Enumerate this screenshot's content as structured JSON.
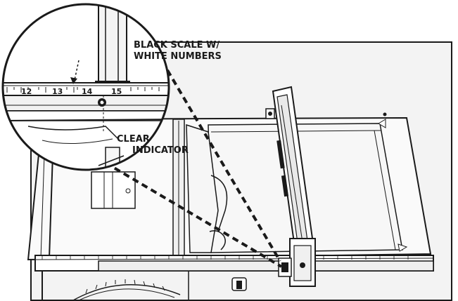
{
  "callouts": {
    "scale_line1": "BLACK SCALE W/",
    "scale_line2": "WHITE NUMBERS",
    "indicator_line1": "CLEAR",
    "indicator_line2": "INDICATOR"
  },
  "magnifier": {
    "scale_numbers": [
      "12",
      "13",
      "14",
      "15"
    ]
  },
  "colors": {
    "ink": "#1a1a1a",
    "panel_fill": "#f2f2f2",
    "table_fill": "#ececec",
    "scale_fill": "#2b2b2b"
  }
}
